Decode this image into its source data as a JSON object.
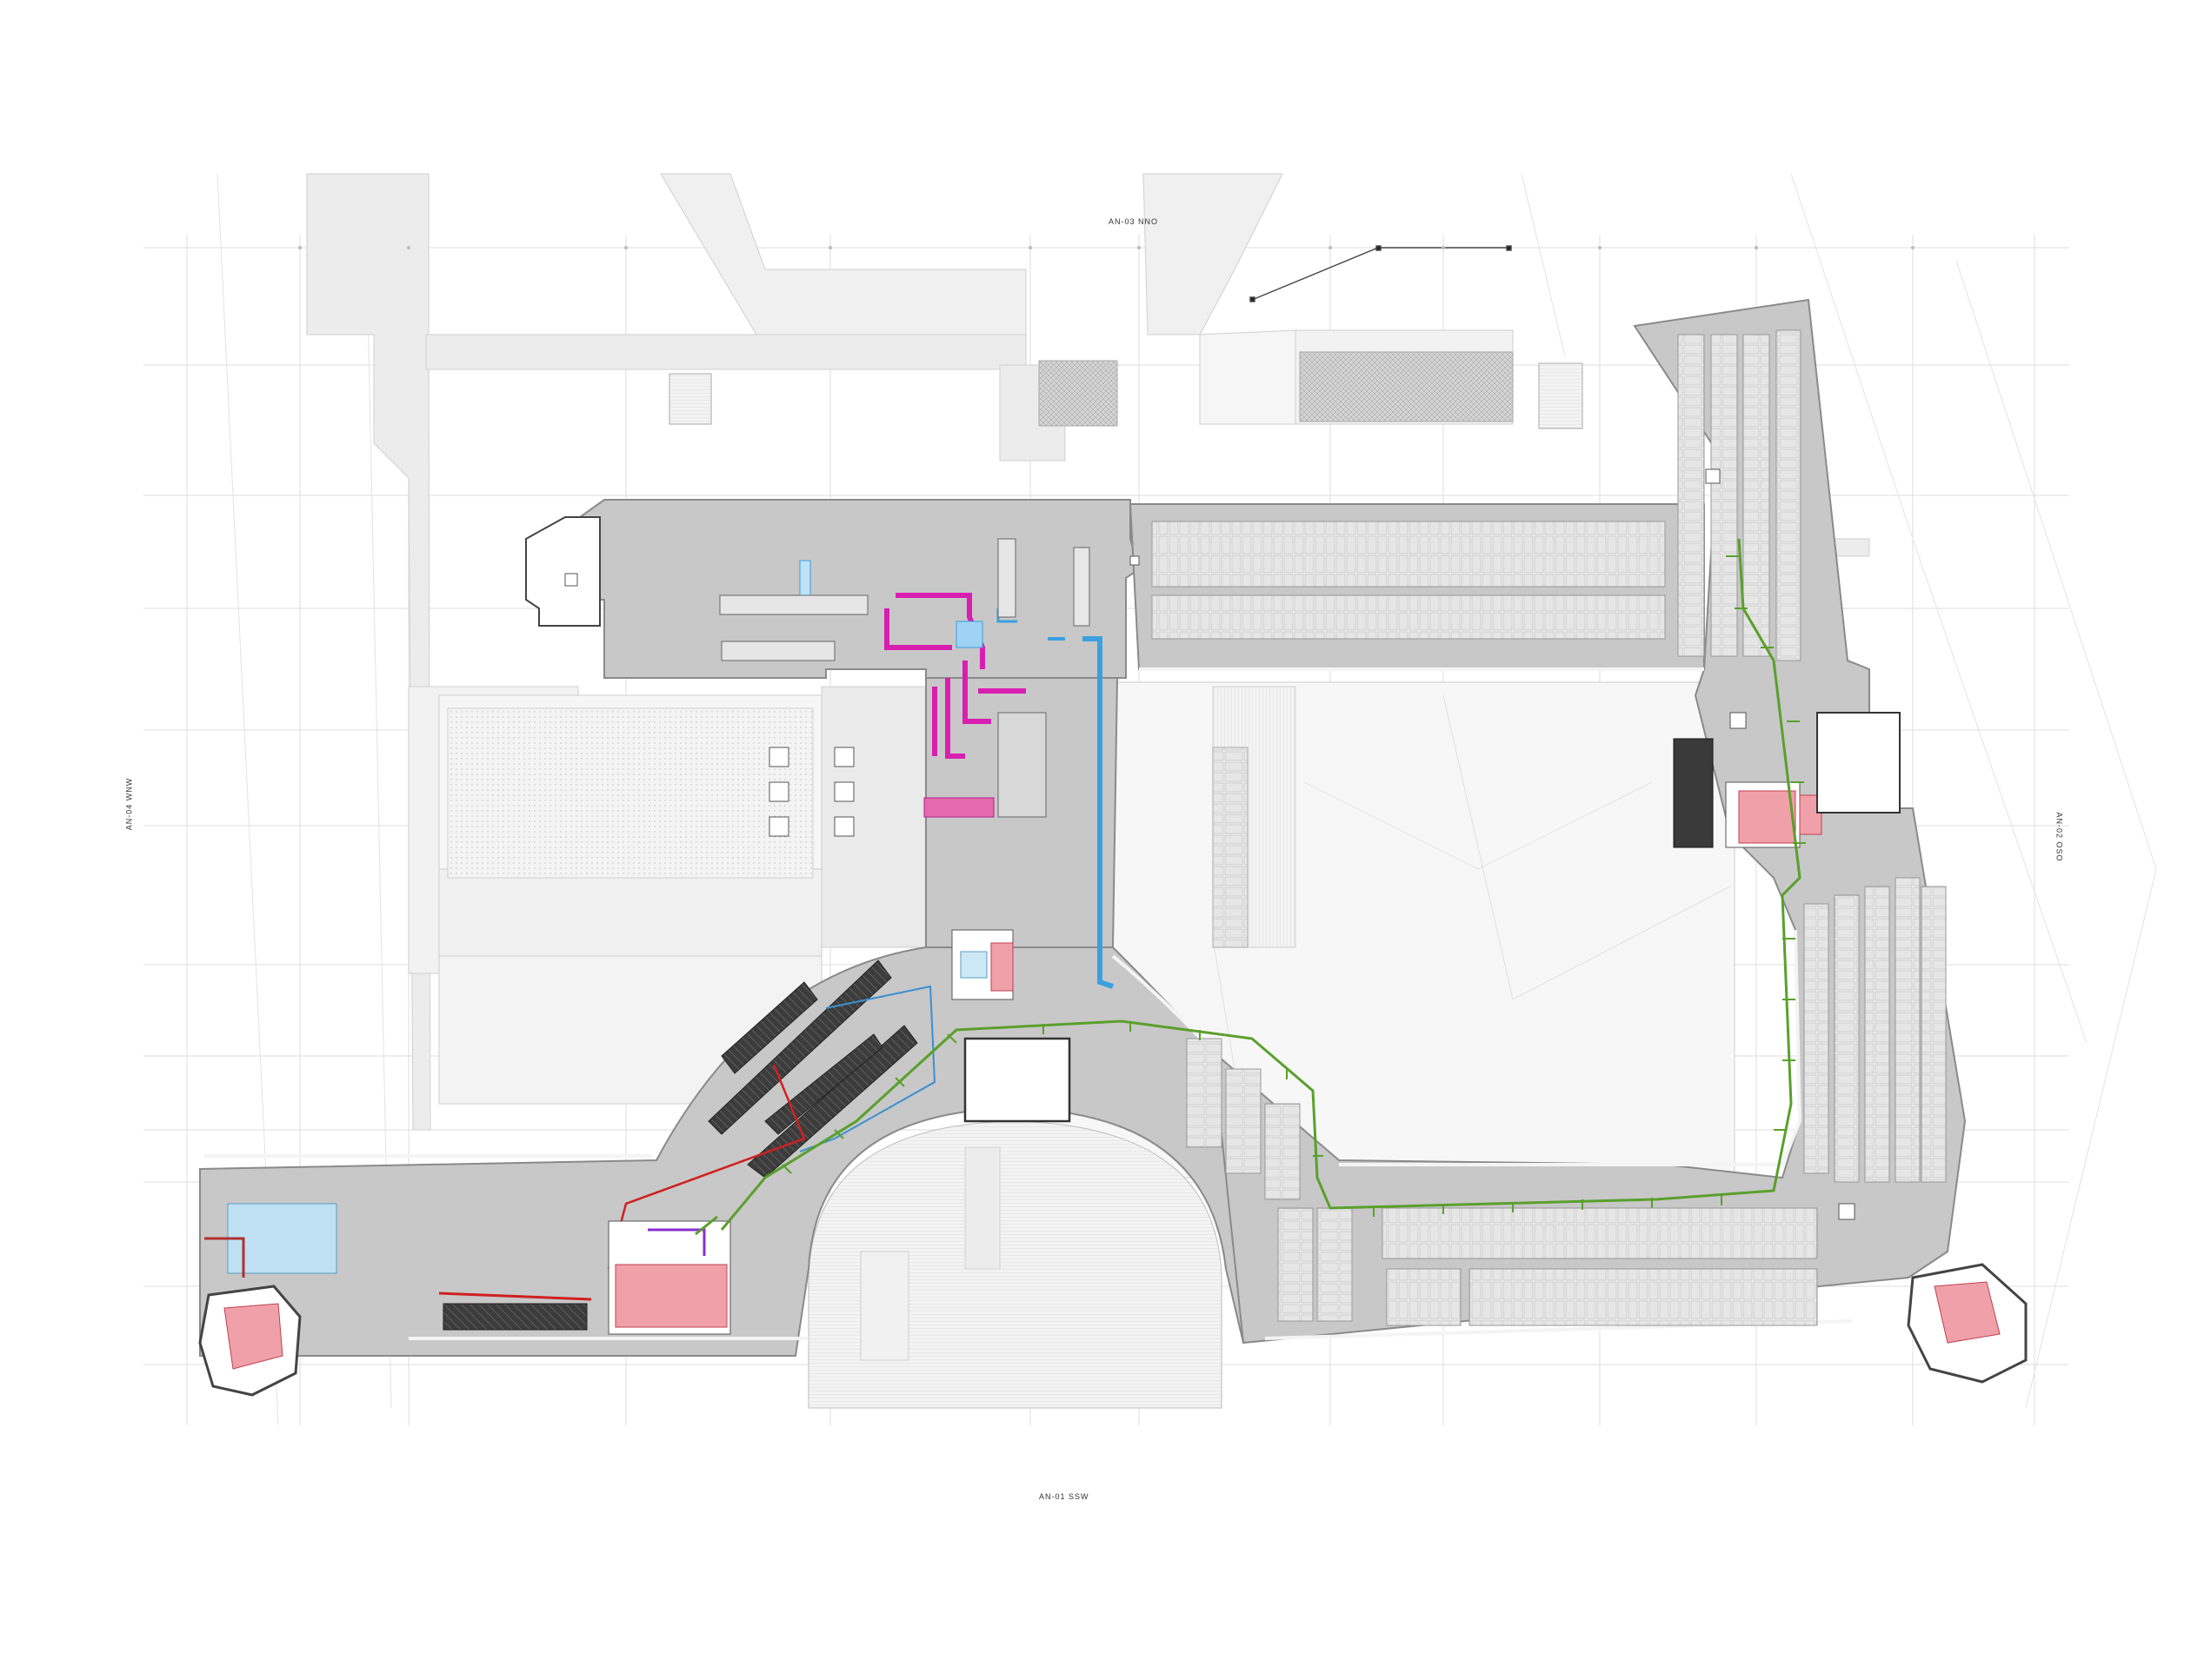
{
  "plan": {
    "orientation_labels": {
      "north": "AN-03 NNO",
      "south": "AN-01 SSW",
      "west": "AN-04 WNW",
      "east": "AN-02 OSO"
    }
  },
  "colors": {
    "background": "#ffffff",
    "roof_fill": "#c8c8c8",
    "roof_edge": "#8a8a8a",
    "context_fill": "#ececec",
    "grid_line": "#dcdcdc",
    "walkway_green": "#5aa02c",
    "duct_blue": "#3aa0e0",
    "duct_magenta": "#d81fb0",
    "pipe_red": "#d02020",
    "room_pink": "#f0a0a8",
    "solar_dark": "#444444",
    "solar_light": "#e8e8e8"
  }
}
